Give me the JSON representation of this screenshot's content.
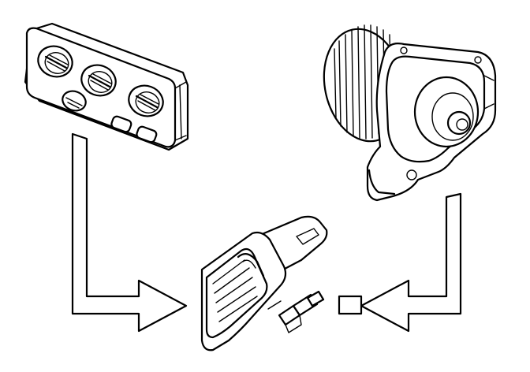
{
  "diagram": {
    "components": [
      {
        "id": "control-panel",
        "icon": "climate-control-panel-icon"
      },
      {
        "id": "blower-resistor",
        "icon": "blower-resistor-icon"
      },
      {
        "id": "blower-motor",
        "icon": "blower-motor-icon"
      }
    ],
    "connections": [
      {
        "from": "control-panel",
        "to": "blower-resistor",
        "style": "hollow-arrow"
      },
      {
        "from": "blower-motor",
        "to": "blower-resistor",
        "style": "hollow-arrow"
      }
    ],
    "colors": {
      "line": "#000000",
      "background": "#ffffff"
    }
  }
}
